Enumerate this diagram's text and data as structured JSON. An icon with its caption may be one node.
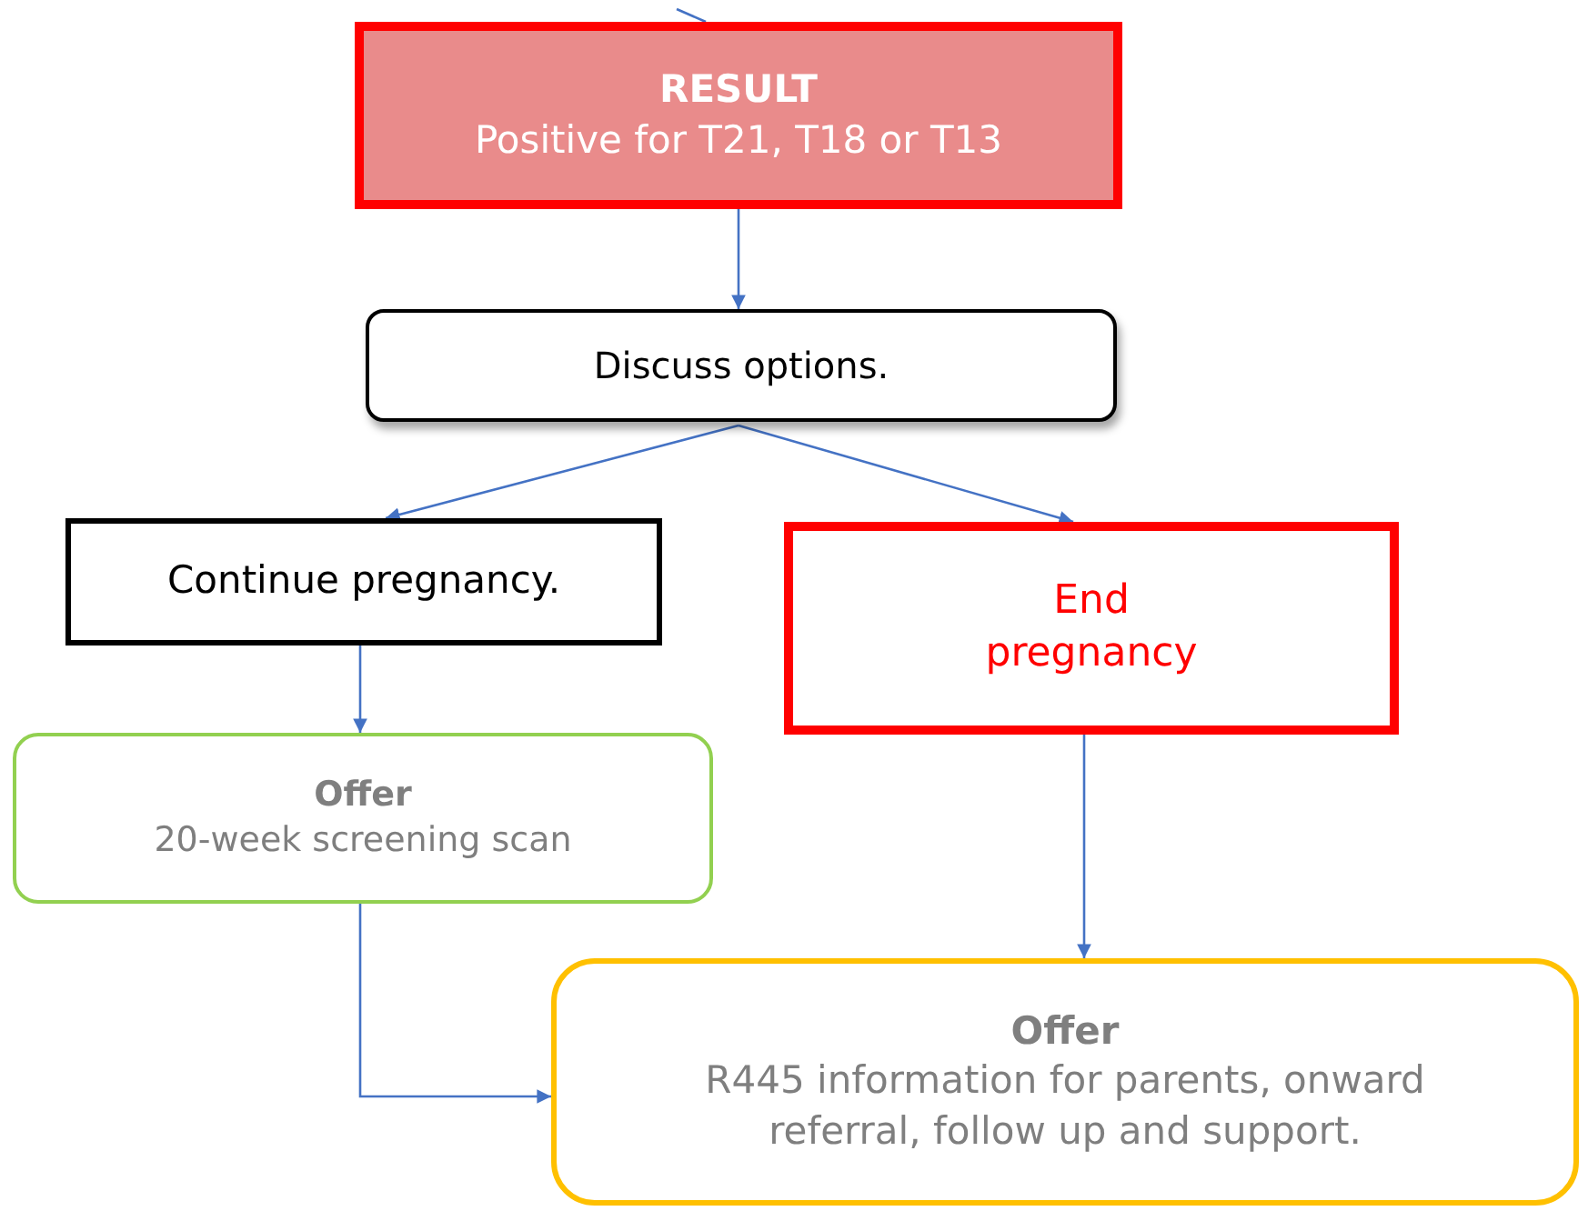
{
  "diagram": {
    "nodes": [
      {
        "text": [
          "RESULT",
          "Positive for T21, T18 or T13"
        ]
      },
      {
        "text": [
          "Discuss options."
        ]
      },
      {
        "text": [
          "Continue pregnancy."
        ]
      },
      {
        "text": [
          "End pregnancy"
        ]
      },
      {
        "text": [
          "Offer",
          "20-week screening scan"
        ]
      },
      {
        "text": [
          "Offer",
          "R445 information for parents, onward referral, follow up and support."
        ]
      }
    ],
    "edges": [
      {
        "from": null,
        "to": 0,
        "arrow": "none"
      },
      {
        "from": 0,
        "to": 1,
        "arrow": "to"
      },
      {
        "from": 1,
        "to": 2,
        "arrow": "to"
      },
      {
        "from": 1,
        "to": 3,
        "arrow": "to"
      },
      {
        "from": 2,
        "to": 4,
        "arrow": "to"
      },
      {
        "from": 3,
        "to": 5,
        "arrow": "to"
      },
      {
        "from": 4,
        "to": 5,
        "arrow": "to"
      }
    ]
  }
}
